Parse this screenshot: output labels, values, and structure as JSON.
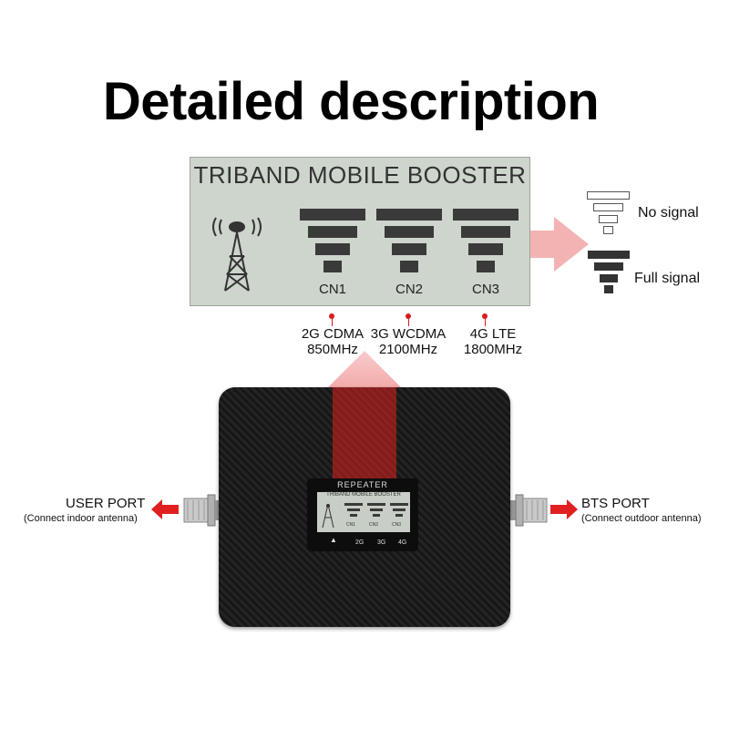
{
  "title": "Detailed description",
  "lcd": {
    "title": "TRIBAND MOBILE BOOSTER",
    "channels": [
      "CN1",
      "CN2",
      "CN3"
    ]
  },
  "bands": [
    {
      "name": "2G CDMA",
      "freq": "850MHz"
    },
    {
      "name": "3G WCDMA",
      "freq": "2100MHz"
    },
    {
      "name": "4G LTE",
      "freq": "1800MHz"
    }
  ],
  "legend": {
    "no_signal": "No signal",
    "full_signal": "Full signal"
  },
  "device": {
    "label": "REPEATER",
    "mini_title": "TRIBAND MOBILE BOOSTER",
    "mini_channels": [
      "CN1",
      "CN2",
      "CN3"
    ],
    "button_labels": [
      "2G",
      "3G",
      "4G"
    ]
  },
  "ports": {
    "user": {
      "title": "USER PORT",
      "sub": "(Connect indoor antenna)"
    },
    "bts": {
      "title": "BTS PORT",
      "sub": "(Connect outdoor antenna)"
    }
  },
  "colors": {
    "arrow": "#e02020",
    "lcd_bg": "#cdd5cc",
    "bar": "#3a3a3a"
  }
}
